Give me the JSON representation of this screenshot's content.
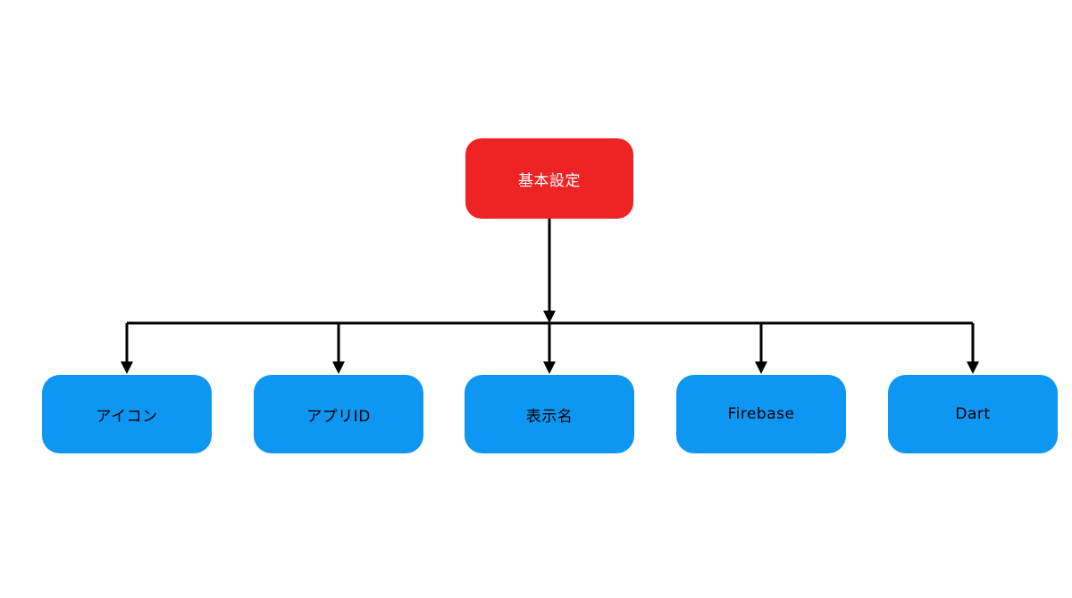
{
  "diagram": {
    "root": {
      "label": "基本設定",
      "fill_color": "#ee2424",
      "text_color": "#ffffff"
    },
    "children": [
      {
        "label": "アイコン"
      },
      {
        "label": "アプリID"
      },
      {
        "label": "表示名"
      },
      {
        "label": "Firebase"
      },
      {
        "label": "Dart"
      }
    ],
    "child_fill_color": "#0d96f2",
    "child_text_color": "#000000",
    "connector_color": "#000000"
  }
}
